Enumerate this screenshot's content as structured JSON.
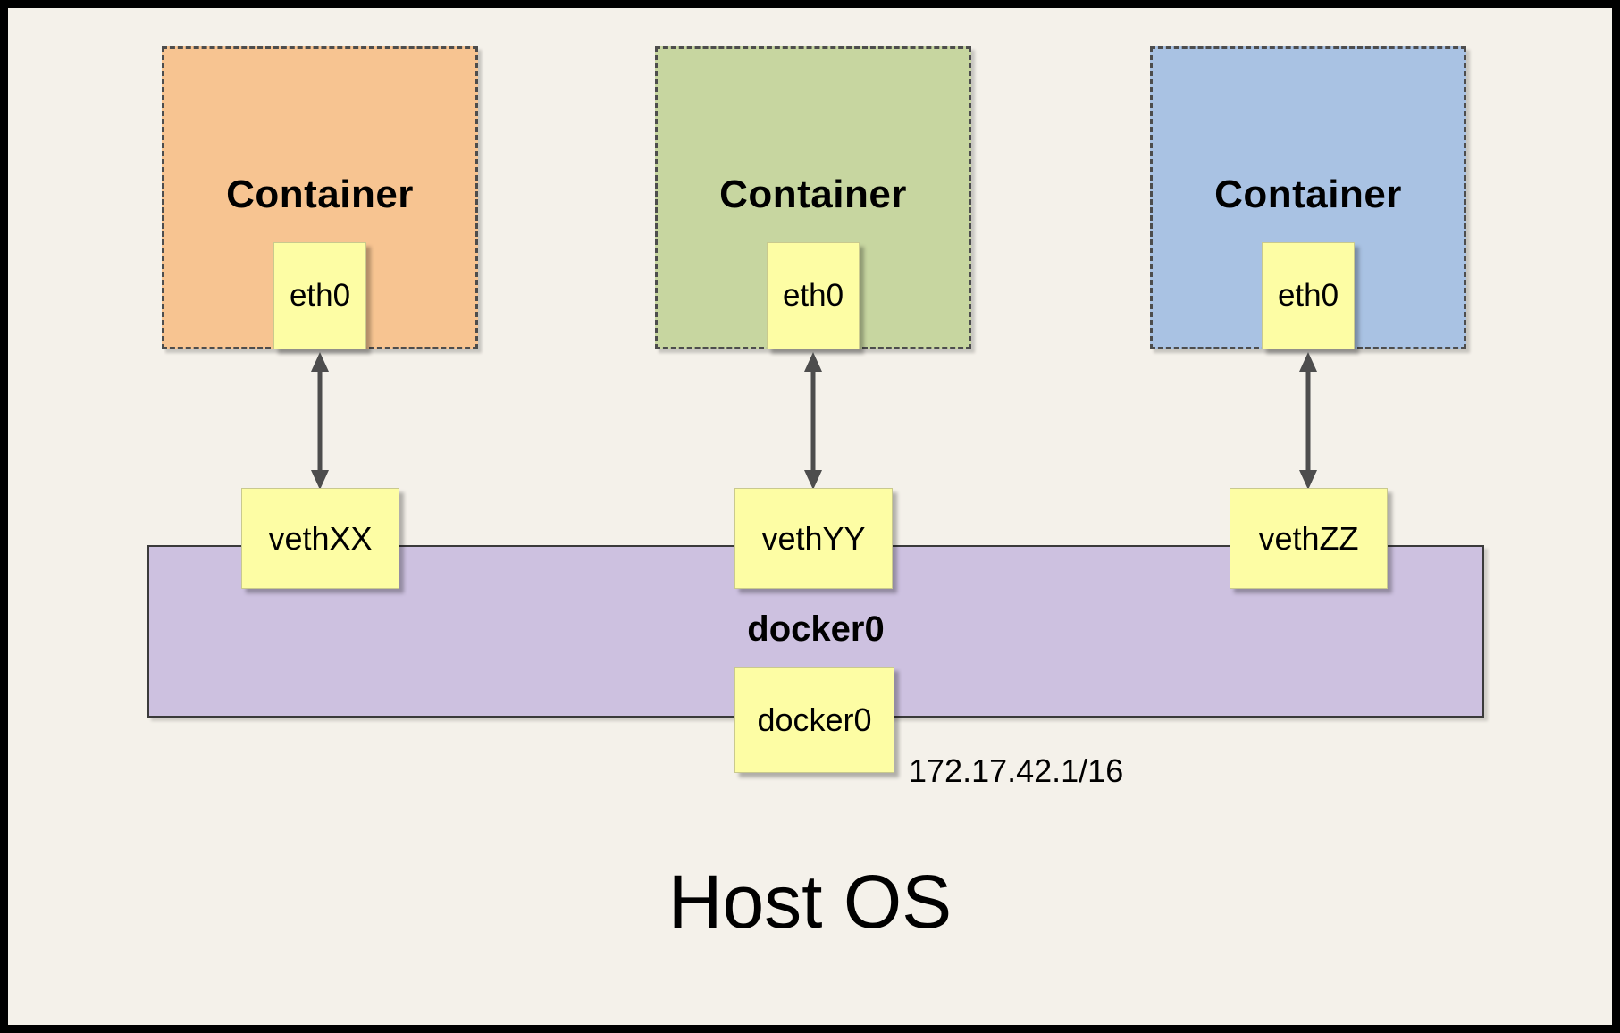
{
  "host": {
    "label": "Host OS"
  },
  "bridge": {
    "label": "docker0",
    "interface_label": "docker0",
    "ip": "172.17.42.1/16",
    "color": "#cdc1e0"
  },
  "containers": [
    {
      "label": "Container",
      "interface": "eth0",
      "veth": "vethXX",
      "color": "#f7c491"
    },
    {
      "label": "Container",
      "interface": "eth0",
      "veth": "vethYY",
      "color": "#c7d6a0"
    },
    {
      "label": "Container",
      "interface": "eth0",
      "veth": "vethZZ",
      "color": "#a9c2e3"
    }
  ],
  "colors": {
    "background": "#f4f1ea",
    "note_yellow": "#fdfda4",
    "arrow": "#4d4d4d",
    "frame_border": "#000000",
    "dashed_border": "#4d4d4d"
  }
}
